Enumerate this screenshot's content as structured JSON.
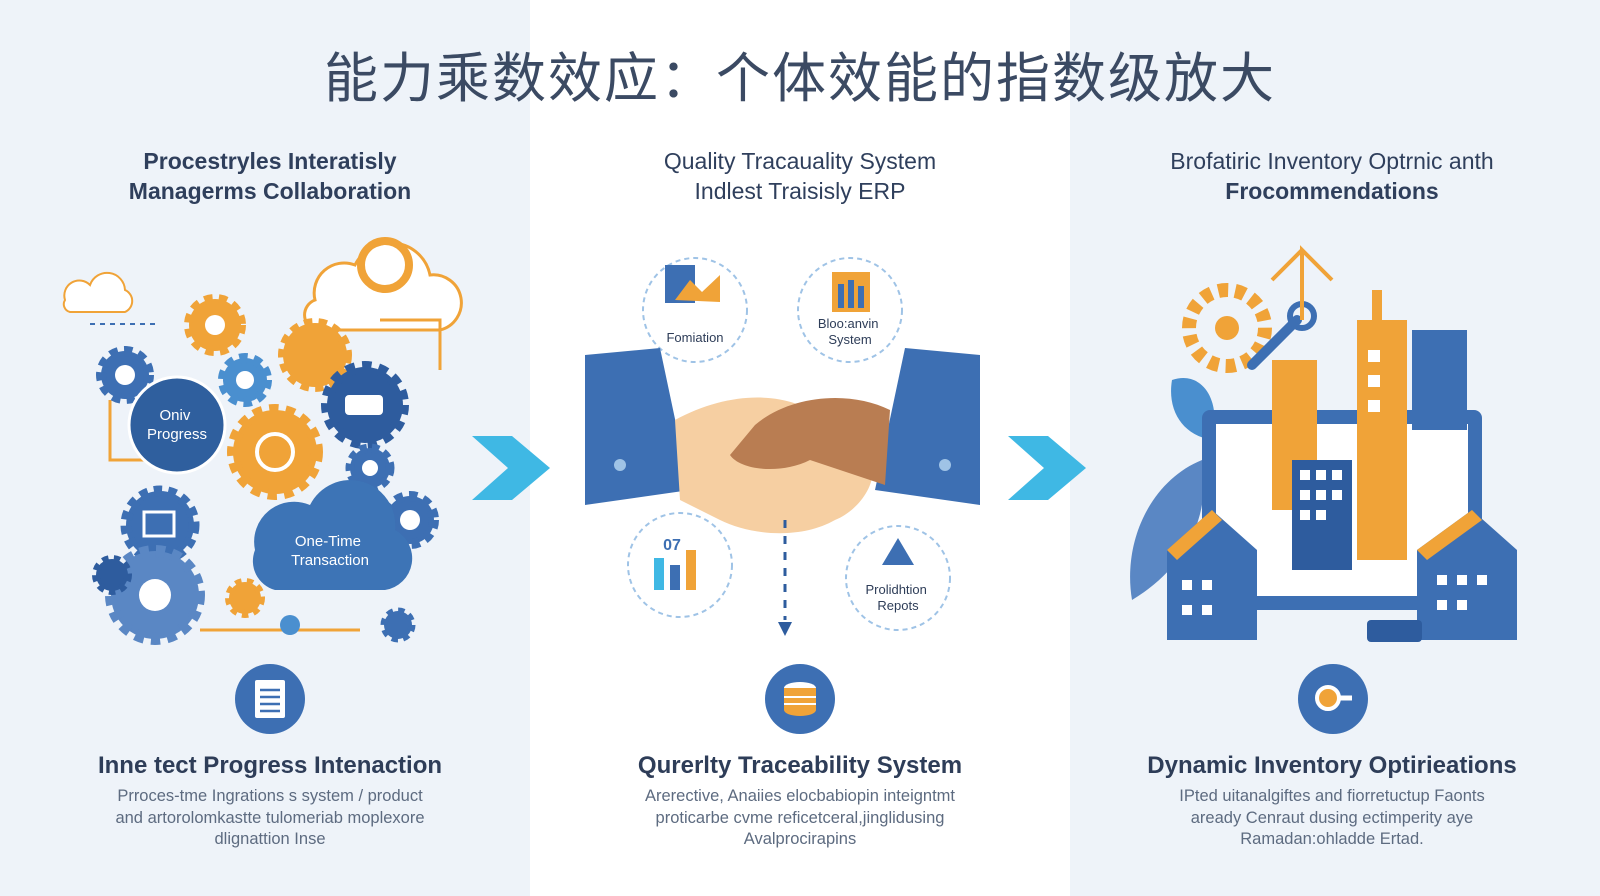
{
  "title": "能力乘数效应：个体效能的指数级放大",
  "columns": [
    {
      "heading_line1": "Procestryles Interatisly",
      "heading_line2": "Managerms Collaboration",
      "bubble_top": "Oniv Progress",
      "bubble_bottom": "One-Time Transaction",
      "subtitle": "Inne tect Progress Intenaction",
      "desc_line1": "Prroces-tme Ingrations s system / product",
      "desc_line2": "and artorolomkastte tulomeriab moplexore",
      "desc_line3": "dlignattion Inse"
    },
    {
      "heading_line1": "Quality Tracauality System",
      "heading_line2": "Indlest Traisisly ERP",
      "node_top_left": "Fomiation",
      "node_top_right": "Bloo:anvin System",
      "node_bottom_left": "07",
      "node_bottom_right": "Prolidhtion Repots",
      "subtitle": "Qurerlty Traceability System",
      "desc_line1": "Arerective, Anaiies elocbabiopin inteigntmt",
      "desc_line2": "proticarbe cvme reficetceral,jinglidusing",
      "desc_line3": "Avalprocirapins"
    },
    {
      "heading_line1": "Brofatiric Inventory Optrnic anth",
      "heading_line2": "Frocommendations",
      "subtitle": "Dynamic Inventory Optirieations",
      "desc_line1": "IPted uitanalgiftes and fiorretuctup Faonts",
      "desc_line2": "aready Cenraut dusing ectimperity aye",
      "desc_line3": "Ramadan:ohladde Ertad."
    }
  ],
  "colors": {
    "blue": "#3d6fb3",
    "orange": "#f0a338",
    "cyan": "#3fb8e4",
    "text_dark": "#2f3f5c"
  }
}
